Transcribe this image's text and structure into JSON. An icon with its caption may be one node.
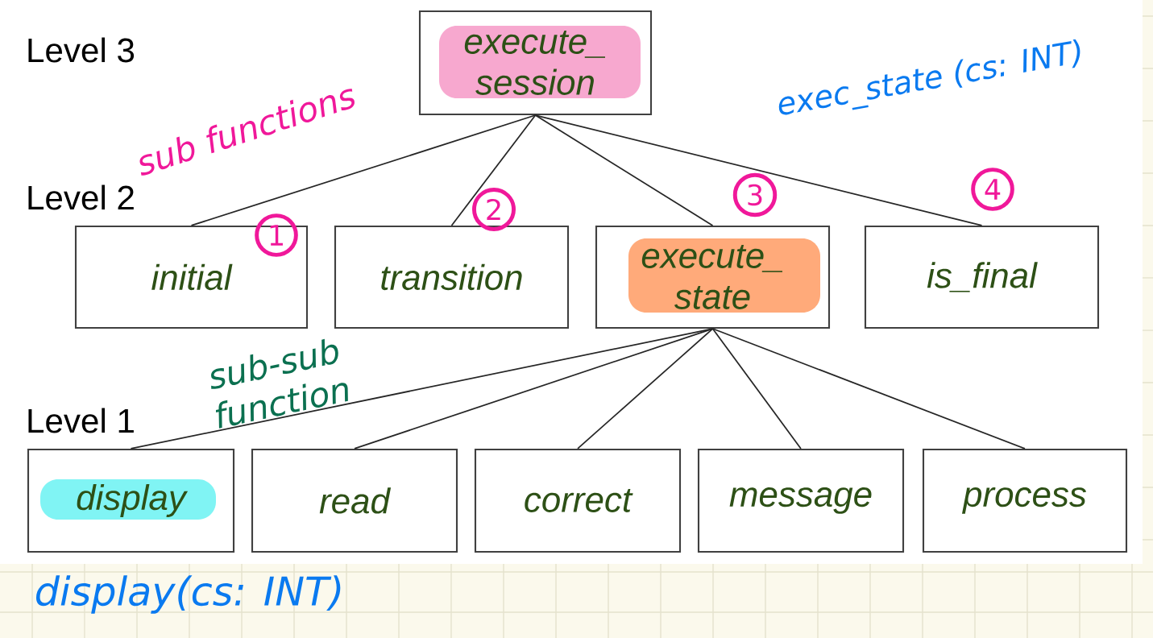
{
  "diagram": {
    "nodes": [
      {
        "text": [
          "execute_ session"
        ]
      },
      {
        "text": [
          "initial"
        ]
      },
      {
        "text": [
          "transition"
        ]
      },
      {
        "text": [
          "execute_ state"
        ]
      },
      {
        "text": [
          "is_final"
        ]
      },
      {
        "text": [
          "display"
        ]
      },
      {
        "text": [
          "read"
        ]
      },
      {
        "text": [
          "correct"
        ]
      },
      {
        "text": [
          "message"
        ]
      },
      {
        "text": [
          "process"
        ]
      }
    ],
    "edges": [
      {
        "from": 0,
        "to": 1,
        "arrow": "none"
      },
      {
        "from": 0,
        "to": 2,
        "arrow": "none"
      },
      {
        "from": 0,
        "to": 3,
        "arrow": "none"
      },
      {
        "from": 0,
        "to": 4,
        "arrow": "none"
      },
      {
        "from": 3,
        "to": 5,
        "arrow": "none"
      },
      {
        "from": 3,
        "to": 6,
        "arrow": "none"
      },
      {
        "from": 3,
        "to": 7,
        "arrow": "none"
      },
      {
        "from": 3,
        "to": 8,
        "arrow": "none"
      },
      {
        "from": 3,
        "to": 9,
        "arrow": "none"
      }
    ],
    "labels": [
      "Level 3",
      "Level 2",
      "Level 1",
      "sub functions",
      "sub-sub function",
      "exec_state (cs: INT)",
      "display(cs: INT)",
      "1",
      "2",
      "3",
      "4"
    ]
  }
}
